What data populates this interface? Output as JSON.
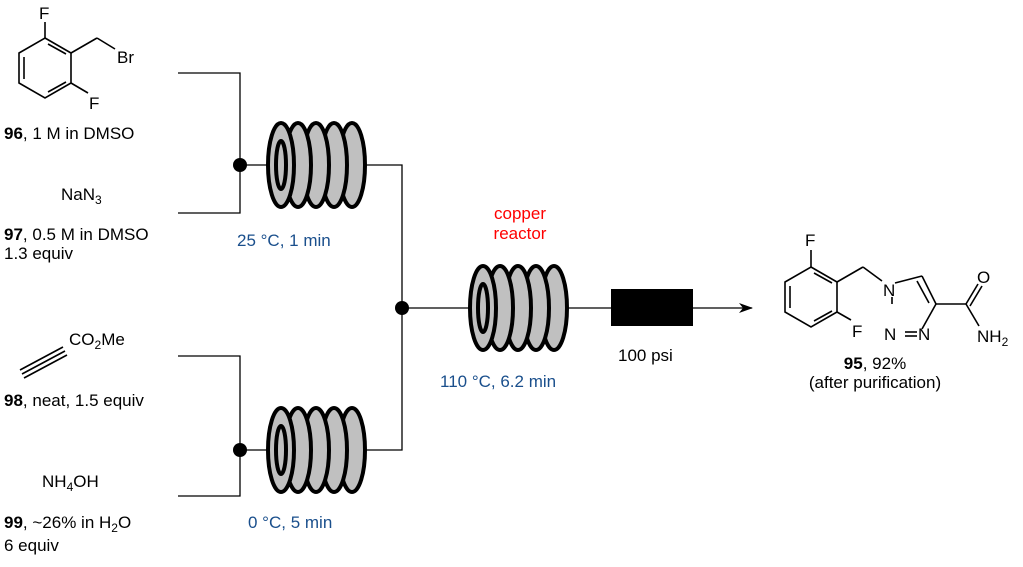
{
  "colors": {
    "conditions_text": "#1a4f8c",
    "reactor_label": "#ff0000",
    "coil_fill": "#c0c0c0",
    "line": "#000000"
  },
  "reagents": [
    {
      "id": "96",
      "name": "2,6-difluorobenzyl bromide",
      "atom_labels": {
        "f_top": "F",
        "f_bottom": "F",
        "br": "Br"
      },
      "desc_suffix": ", 1 M in DMSO"
    },
    {
      "id": "97",
      "formula_main": "NaN",
      "formula_sub": "3",
      "desc_suffix": ", 0.5 M in DMSO",
      "equiv": "1.3 equiv"
    },
    {
      "id": "98",
      "formula_main": "CO",
      "formula_sub": "2",
      "formula_tail": "Me",
      "desc_suffix": ", neat, 1.5 equiv"
    },
    {
      "id": "99",
      "formula_main": "NH",
      "formula_sub": "4",
      "formula_tail": "OH",
      "desc_prefix": ", ~26% in H",
      "desc_sub": "2",
      "desc_tail": "O",
      "equiv": "6 equiv"
    }
  ],
  "reactors": [
    {
      "name": "coil-1",
      "conditions": "25 °C, 1 min"
    },
    {
      "name": "coil-2",
      "conditions": "0 °C, 5 min"
    },
    {
      "name": "coil-3",
      "label_line1": "copper",
      "label_line2": "reactor",
      "conditions": "110 °C, 6.2 min"
    }
  ],
  "back_pressure_regulator": {
    "label": "100 psi"
  },
  "product": {
    "id": "95",
    "yield": ", 92%",
    "note": "(after purification)",
    "atom_labels": {
      "f_top": "F",
      "f_bottom": "F",
      "n1": "N",
      "n2": "N",
      "n3": "N",
      "o": "O",
      "nh": "NH",
      "nh_sub": "2"
    }
  }
}
